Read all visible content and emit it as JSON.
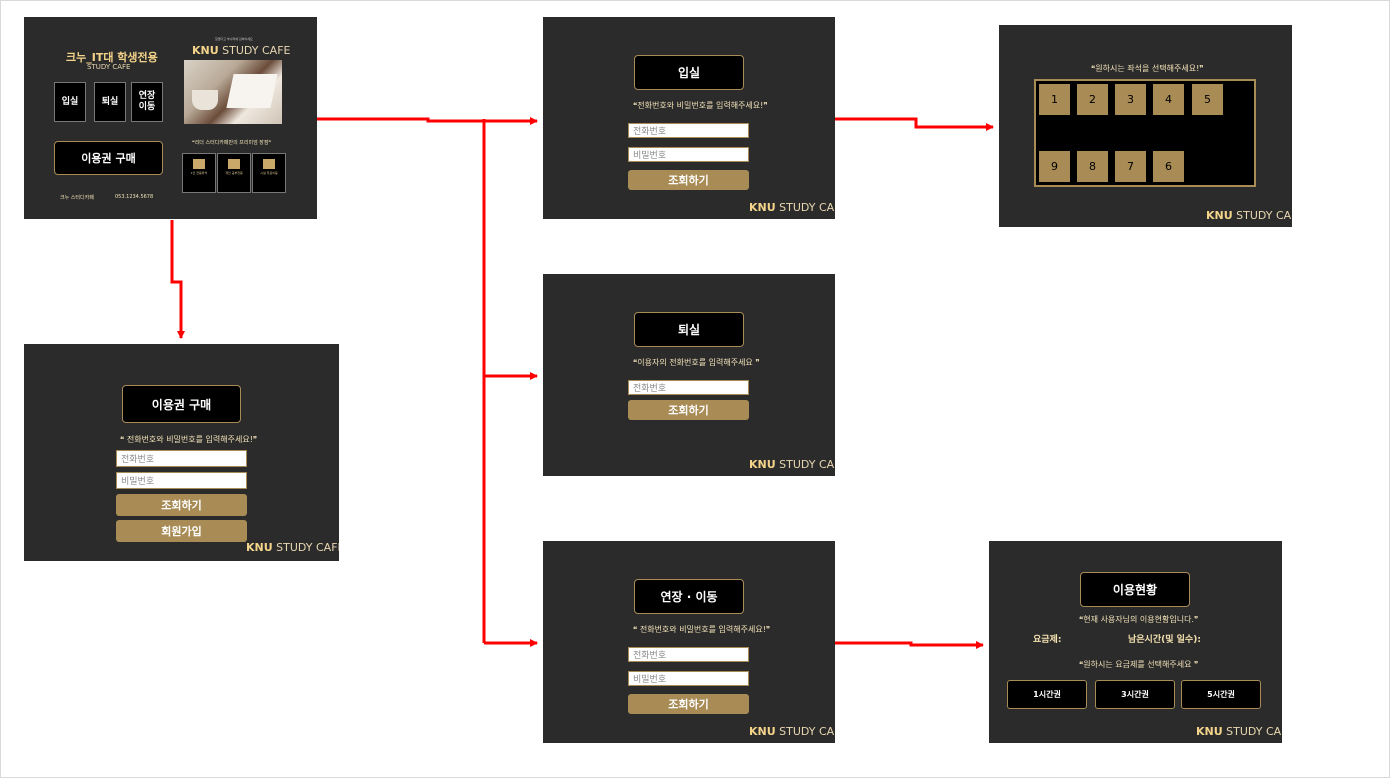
{
  "colors": {
    "card_bg": "#2b2b2b",
    "gold": "#a88b55",
    "arrow": "#ff0000",
    "brand_gold": "#f4d48a"
  },
  "brand": {
    "bold": "KNU",
    "rest": " STUDY CAFE"
  },
  "main": {
    "title": "크누_IT대 학생전용",
    "subtitle": "STUDY CAFE",
    "tagline": "힘겹다고 부수려에 감하이세요",
    "logo_bold": "KNU",
    "logo_rest": " STUDY CAFE",
    "btn_enter": "입실",
    "btn_exit": "퇴실",
    "btn_extend_line1": "연장",
    "btn_extend_line2": "이동",
    "btn_purchase": "이용권 구매",
    "promo": "❝리더 스터디카페만의 프리미엄 장점❞",
    "features": [
      "1인 전용좌석",
      "개인 공부전용",
      "시설 무료이용"
    ],
    "footer_name": "크누 스터디카페",
    "footer_phone": "053.1234.5678",
    "image_icon": "coffee-book-photo"
  },
  "purchase": {
    "title": "이용권 구매",
    "prompt": "❝ 전화번호와 비밀번호를 입력해주세요!❞",
    "phone_placeholder": "전화번호",
    "password_placeholder": "비밀번호",
    "lookup": "조회하기",
    "signup": "회원가입"
  },
  "enter": {
    "title": "입실",
    "prompt": "❝전화번호와 비밀번호를 입력해주세요!❞",
    "phone_placeholder": "전화번호",
    "password_placeholder": "비밀번호",
    "lookup": "조회하기"
  },
  "exit": {
    "title": "퇴실",
    "prompt": "❝이용자의 전화번호를 입력해주세요 ❞",
    "phone_placeholder": "전화번호",
    "lookup": "조회하기"
  },
  "extend": {
    "title": "연장 · 이동",
    "prompt": "❝ 전화번호와 비밀번호를 입력해주세요!❞",
    "phone_placeholder": "전화번호",
    "password_placeholder": "비밀번호",
    "lookup": "조회하기"
  },
  "seats": {
    "prompt": "❝원하시는 좌석을 선택해주세요!❞",
    "top_row": [
      "1",
      "2",
      "3",
      "4",
      "5"
    ],
    "bottom_row": [
      "9",
      "8",
      "7",
      "6"
    ]
  },
  "status": {
    "title": "이용현황",
    "current": "❝현재 사용자님의 이용현황입니다.❞",
    "plan_label": "요금제:",
    "remaining_label": "남은시간(및 일수):",
    "choose": "❝원하시는 요금제를 선택해주세요 ❞",
    "plans": [
      "1시간권",
      "3시간권",
      "5시간권"
    ]
  }
}
